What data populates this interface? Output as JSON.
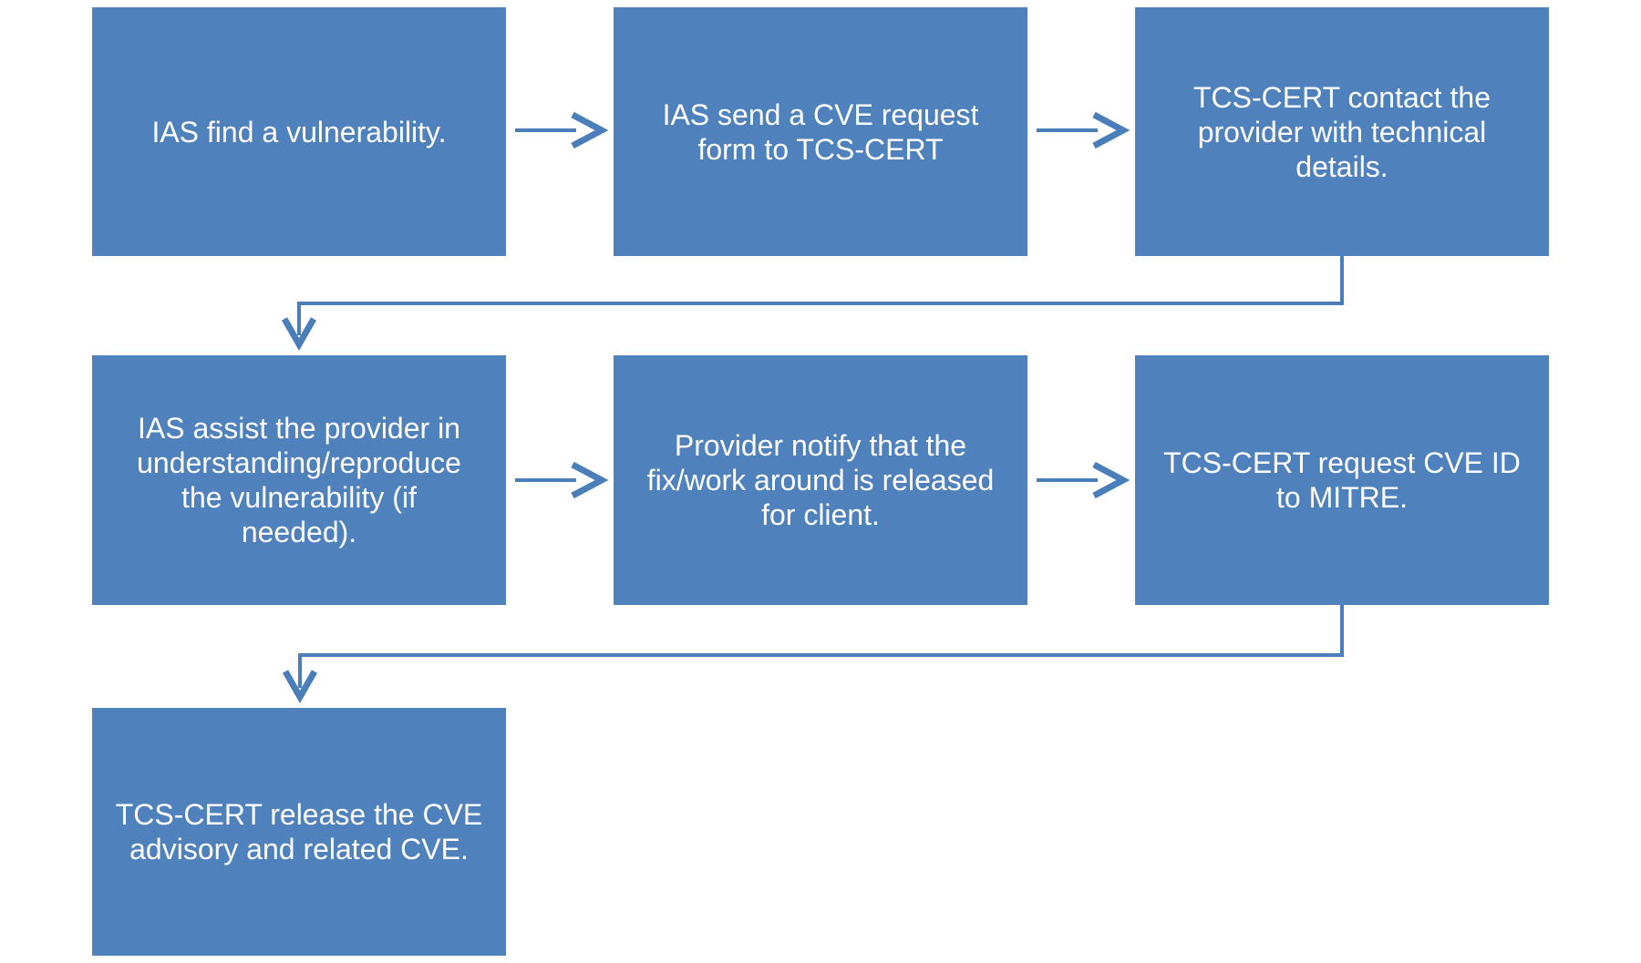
{
  "diagram": {
    "type": "flowchart",
    "step_count": 7
  },
  "colors": {
    "box_fill": "#4F81BD",
    "connector": "#4A7EBB",
    "text": "#FFFFFF",
    "background": "#FFFFFF"
  },
  "steps": [
    {
      "id": "step-1",
      "label": "IAS find a vulnerability."
    },
    {
      "id": "step-2",
      "label": "IAS send a CVE request\nform to TCS-CERT"
    },
    {
      "id": "step-3",
      "label": "TCS-CERT contact the\nprovider with technical\ndetails."
    },
    {
      "id": "step-4",
      "label": "IAS assist the provider in\nunderstanding/reproduce\nthe vulnerability (if\nneeded)."
    },
    {
      "id": "step-5",
      "label": "Provider notify that the\nfix/work around is released\nfor client."
    },
    {
      "id": "step-6",
      "label": "TCS-CERT request CVE ID\nto MITRE."
    },
    {
      "id": "step-7",
      "label": "TCS-CERT release the CVE\nadvisory and related CVE."
    }
  ],
  "edges": [
    {
      "from": "step-1",
      "to": "step-2",
      "type": "arrow-right"
    },
    {
      "from": "step-2",
      "to": "step-3",
      "type": "arrow-right"
    },
    {
      "from": "step-3",
      "to": "step-4",
      "type": "elbow-down-left-down"
    },
    {
      "from": "step-4",
      "to": "step-5",
      "type": "arrow-right"
    },
    {
      "from": "step-5",
      "to": "step-6",
      "type": "arrow-right"
    },
    {
      "from": "step-6",
      "to": "step-7",
      "type": "elbow-down-left-down"
    }
  ]
}
